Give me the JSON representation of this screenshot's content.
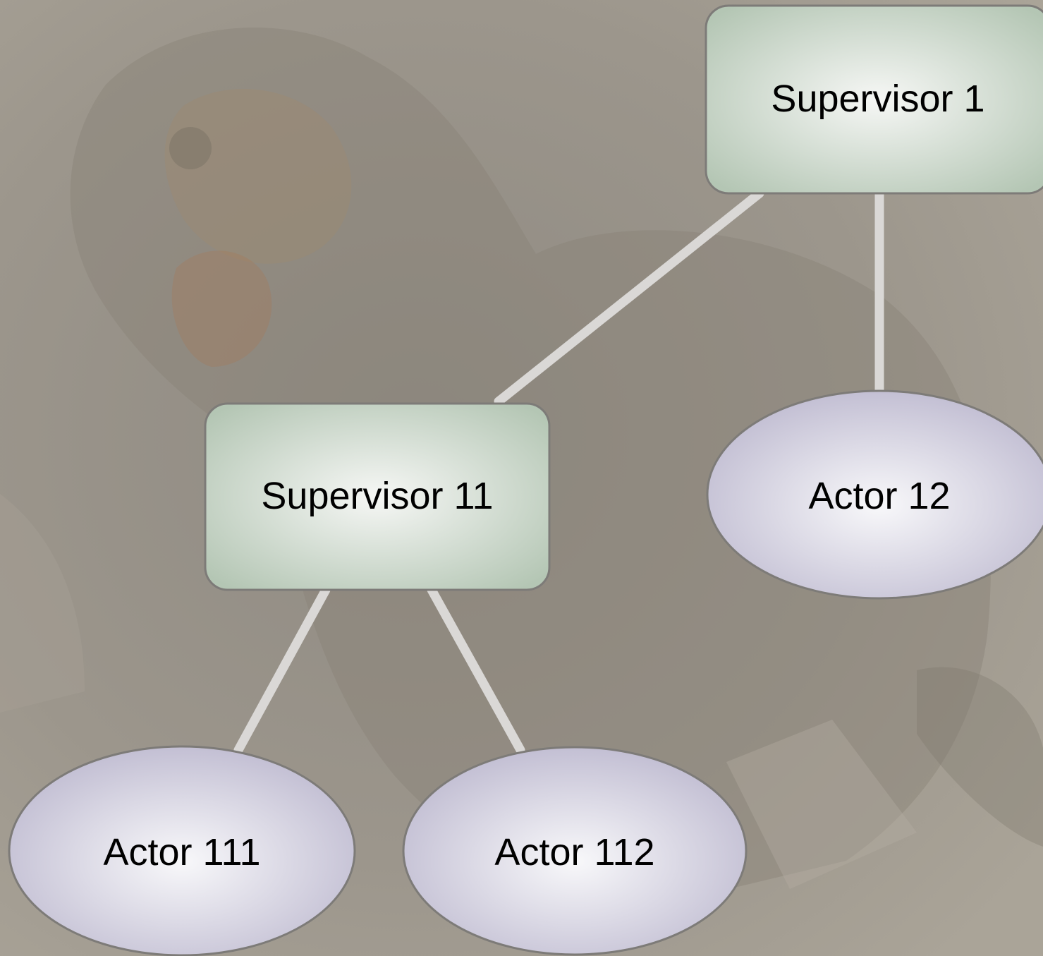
{
  "colors": {
    "background": "#9c968c",
    "supervisor_fill_edge": "#b4c6b4",
    "supervisor_fill_center": "#f6f7f5",
    "actor_fill_edge": "#bebad0",
    "actor_fill_center": "#f8f8fa",
    "node_border": "#7d7b78",
    "edge": "#dad8d6"
  },
  "nodes": {
    "supervisor_1": {
      "label": "Supervisor 1",
      "kind": "supervisor"
    },
    "supervisor_11": {
      "label": "Supervisor 11",
      "kind": "supervisor"
    },
    "actor_12": {
      "label": "Actor 12",
      "kind": "actor"
    },
    "actor_111": {
      "label": "Actor 111",
      "kind": "actor"
    },
    "actor_112": {
      "label": "Actor 112",
      "kind": "actor"
    }
  },
  "edges": [
    {
      "from": "supervisor_1",
      "to": "supervisor_11"
    },
    {
      "from": "supervisor_1",
      "to": "actor_12"
    },
    {
      "from": "supervisor_11",
      "to": "actor_111"
    },
    {
      "from": "supervisor_11",
      "to": "actor_112"
    }
  ]
}
